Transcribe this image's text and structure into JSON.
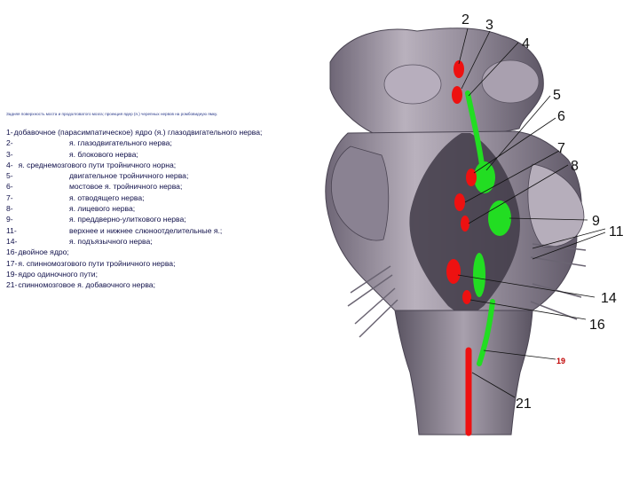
{
  "caption": "Задняя поверхность моста и продолговатого мозга; проекция ядер (я.) черепных нервов на ромбовидную ямку.",
  "legend": [
    {
      "num": "1-",
      "text": "добавочное (парасимпатическое) ядро (я.) глазодвигательного нерва;",
      "inline": true
    },
    {
      "num": "2-",
      "text": "я. глазодвигательного нерва;",
      "inline": false
    },
    {
      "num": "3-",
      "text": "я. блокового нерва;",
      "inline": false
    },
    {
      "num": "4-",
      "text": "я. среднемозгового пути тройничного норна;",
      "inline": true
    },
    {
      "num": "5-",
      "text": "двигательное тройничного нерва;",
      "inline": false
    },
    {
      "num": "6-",
      "text": "мостовое я. тройничного нерва;",
      "inline": false
    },
    {
      "num": "7-",
      "text": "я. отводящего нерва;",
      "inline": false
    },
    {
      "num": "8-",
      "text": "я. лицевого нерва;",
      "inline": false
    },
    {
      "num": "9-",
      "text": "я. преддверно-улиткового нерва;",
      "inline": false
    },
    {
      "num": "11-",
      "text": "верхнее и нижнее слюноотделительные я.;",
      "inline": false
    },
    {
      "num": "14-",
      "text": "я. подъязычного нерва;",
      "inline": false
    },
    {
      "num": "16-",
      "text": "двойное ядро;",
      "inline": true
    },
    {
      "num": "17-",
      "text": "я. спинномозгового пути тройничного нерва;",
      "inline": true
    },
    {
      "num": "19-",
      "text": "ядро одиночного пути;",
      "inline": true
    },
    {
      "num": "21-",
      "text": "спинномозговое я. добавочного нерва;",
      "inline": true
    }
  ],
  "figure_labels": {
    "n2": "2",
    "n3": "3",
    "n4": "4",
    "n5": "5",
    "n6": "6",
    "n7": "7",
    "n8": "8",
    "n9": "9",
    "n11": "11",
    "n14": "14",
    "n16": "16",
    "n19": "19",
    "n21": "21"
  },
  "colors": {
    "tissue": "#8f8696",
    "tissue_light": "#c7c0cb",
    "tissue_dark": "#4a4452",
    "motor_nucleus": "#ee1111",
    "sensory_nucleus": "#22dd22",
    "caption_text": "#2a3a8a",
    "legend_text": "#10104a"
  }
}
